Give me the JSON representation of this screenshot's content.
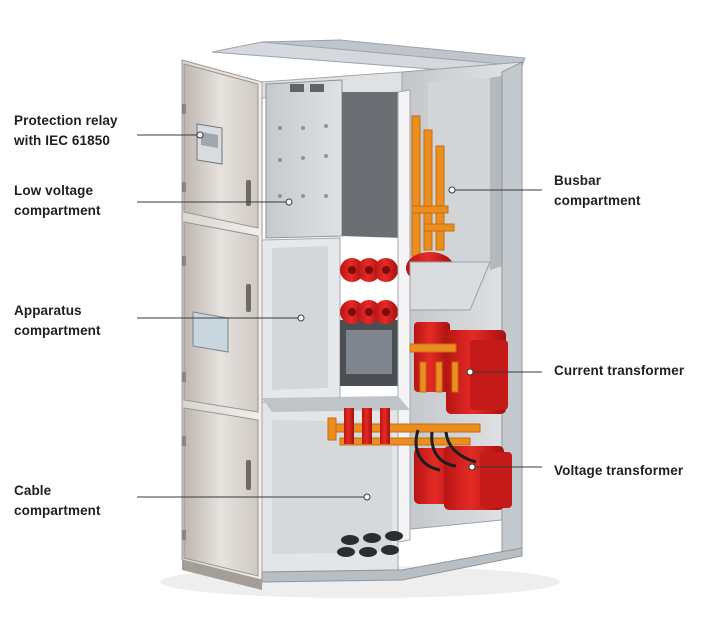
{
  "labels": {
    "protection_relay": [
      "Protection relay",
      "with IEC 61850"
    ],
    "low_voltage": [
      "Low voltage",
      "compartment"
    ],
    "apparatus": [
      "Apparatus",
      "compartment"
    ],
    "cable": [
      "Cable",
      "compartment"
    ],
    "busbar": [
      "Busbar",
      "compartment"
    ],
    "current_transformer": [
      "Current transformer"
    ],
    "voltage_transformer": [
      "Voltage transformer"
    ]
  },
  "colors": {
    "background": "#ffffff",
    "text": "#1f1f1f",
    "leader_line": "#3a3a3a",
    "panel_light": "#e9e6e2",
    "panel_mid": "#cfcac5",
    "panel_dark": "#a9a49f",
    "steel": "#c9ced3",
    "steel_dark": "#8e959c",
    "transformer_red": "#d81f1f",
    "copper_orange": "#eb8d1f"
  }
}
